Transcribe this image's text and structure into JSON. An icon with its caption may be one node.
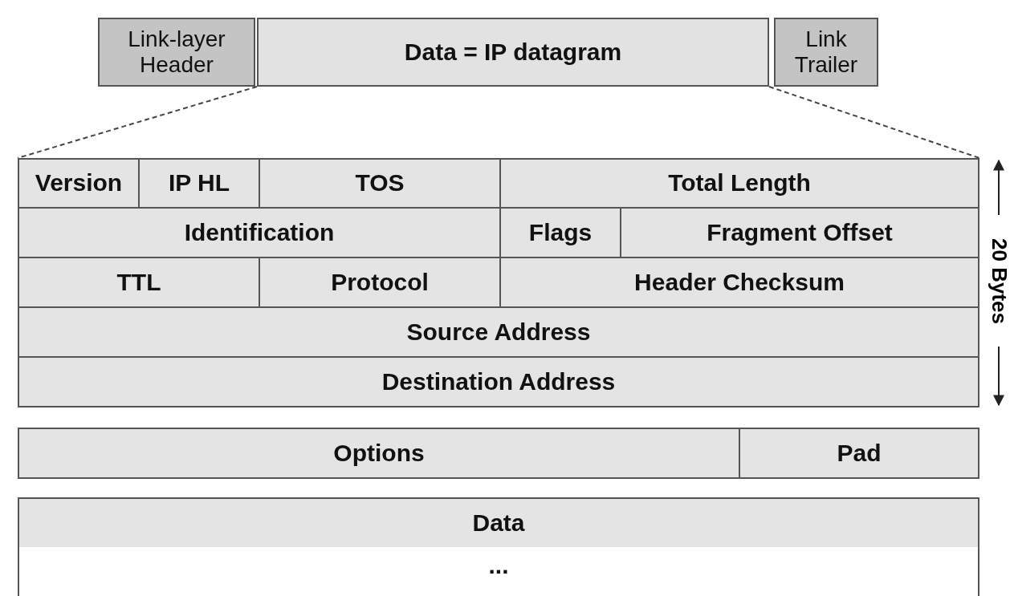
{
  "diagram": {
    "nodes": [
      {
        "text": [
          "Link-layer Header"
        ]
      },
      {
        "text": [
          "Data = IP datagram"
        ]
      },
      {
        "text": [
          "Link Trailer"
        ]
      },
      {
        "text": [
          "Version"
        ]
      },
      {
        "text": [
          "IP HL"
        ]
      },
      {
        "text": [
          "TOS"
        ]
      },
      {
        "text": [
          "Total Length"
        ]
      },
      {
        "text": [
          "Identification"
        ]
      },
      {
        "text": [
          "Flags"
        ]
      },
      {
        "text": [
          "Fragment Offset"
        ]
      },
      {
        "text": [
          "TTL"
        ]
      },
      {
        "text": [
          "Protocol"
        ]
      },
      {
        "text": [
          "Header Checksum"
        ]
      },
      {
        "text": [
          "Source Address"
        ]
      },
      {
        "text": [
          "Destination Address"
        ]
      },
      {
        "text": [
          "Options"
        ]
      },
      {
        "text": [
          "Pad"
        ]
      },
      {
        "text": [
          "Data"
        ]
      },
      {
        "text": [
          "..."
        ]
      }
    ],
    "edges": [
      {
        "from": 1,
        "to": 3,
        "arrow": "none",
        "style": "dashed"
      },
      {
        "from": 1,
        "to": 6,
        "arrow": "none",
        "style": "dashed"
      }
    ],
    "labels": [
      "20 Bytes"
    ]
  }
}
